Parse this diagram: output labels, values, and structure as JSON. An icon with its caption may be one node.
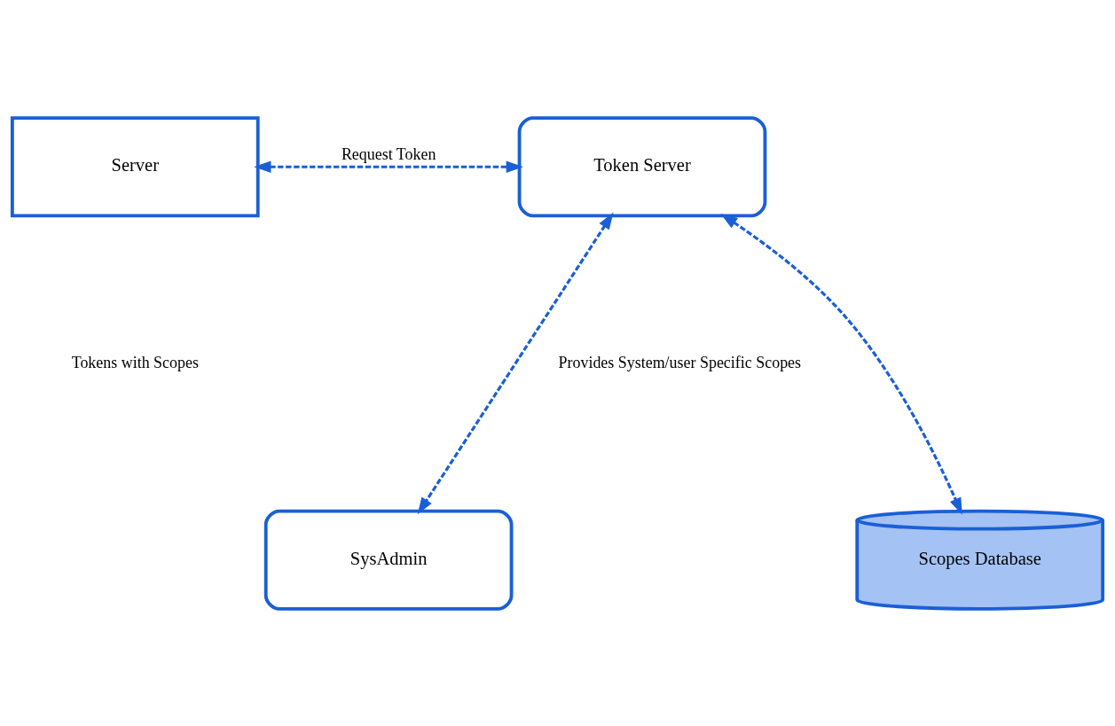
{
  "diagram": {
    "nodes": [
      {
        "text": [
          "Server"
        ]
      },
      {
        "text": [
          "Token Server"
        ]
      },
      {
        "text": [
          "SysAdmin"
        ]
      },
      {
        "text": [
          "Scopes Database"
        ]
      }
    ],
    "edges": [
      {
        "from": 0,
        "to": 1,
        "arrow": "both",
        "style": "dashed",
        "label": "Request Token"
      },
      {
        "from": 1,
        "to": 2,
        "arrow": "both",
        "style": "dashed",
        "label": "Provides System/user Specific Scopes"
      },
      {
        "from": 1,
        "to": 3,
        "arrow": "both",
        "style": "dashed"
      }
    ],
    "labels": [
      "Tokens with Scopes"
    ]
  }
}
